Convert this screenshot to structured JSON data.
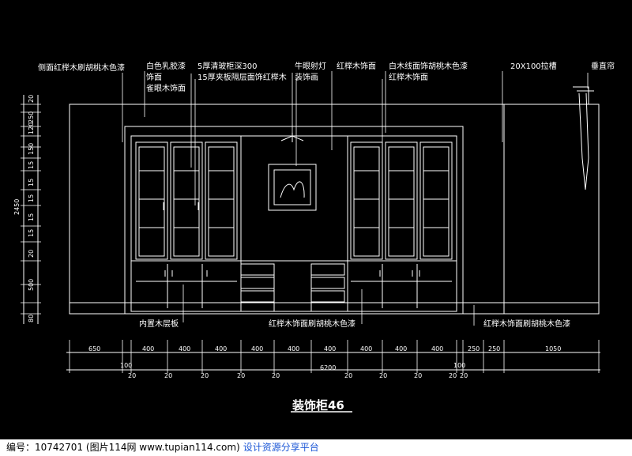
{
  "drawing": {
    "title": "装饰柜46",
    "annotations_top": [
      "侧面红榉木刷胡桃木色漆",
      "白色乳胶漆",
      "饰面",
      "雀眼木饰面",
      "5厚清玻柜深300",
      "15厚夹板隔层面饰红榉木",
      "牛眼射灯",
      "装饰画",
      "红榉木饰面",
      "白木线面饰胡桃木色漆",
      "红榉木饰面",
      "20X100拉槽",
      "垂直帘"
    ],
    "annotations_bottom": [
      "内置木层板",
      "红榉木饰面刷胡桃木色漆",
      "红榉木饰面刷胡桃木色漆"
    ],
    "dims_left": [
      "20",
      "250",
      "120",
      "150",
      "15",
      "15",
      "15",
      "15",
      "15",
      "20",
      "500",
      "80"
    ],
    "dim_left_total": "2450",
    "dims_bottom_row1": [
      "650",
      "400",
      "400",
      "400",
      "400",
      "400",
      "400",
      "400",
      "400",
      "400",
      "250",
      "250",
      "1050"
    ],
    "dims_bottom_row2": [
      "100",
      "20",
      "20",
      "20",
      "20",
      "20",
      "20",
      "20",
      "20",
      "20",
      "20",
      "100"
    ],
    "dim_bottom_total": "6200"
  },
  "footer": {
    "info": "编号：10742701 (图片114网 www.tupian114.com)",
    "link": "设计资源分享平台"
  },
  "colors": {
    "background": "#000000",
    "lines": "#ffffff",
    "footer_link": "#1a56d6"
  }
}
